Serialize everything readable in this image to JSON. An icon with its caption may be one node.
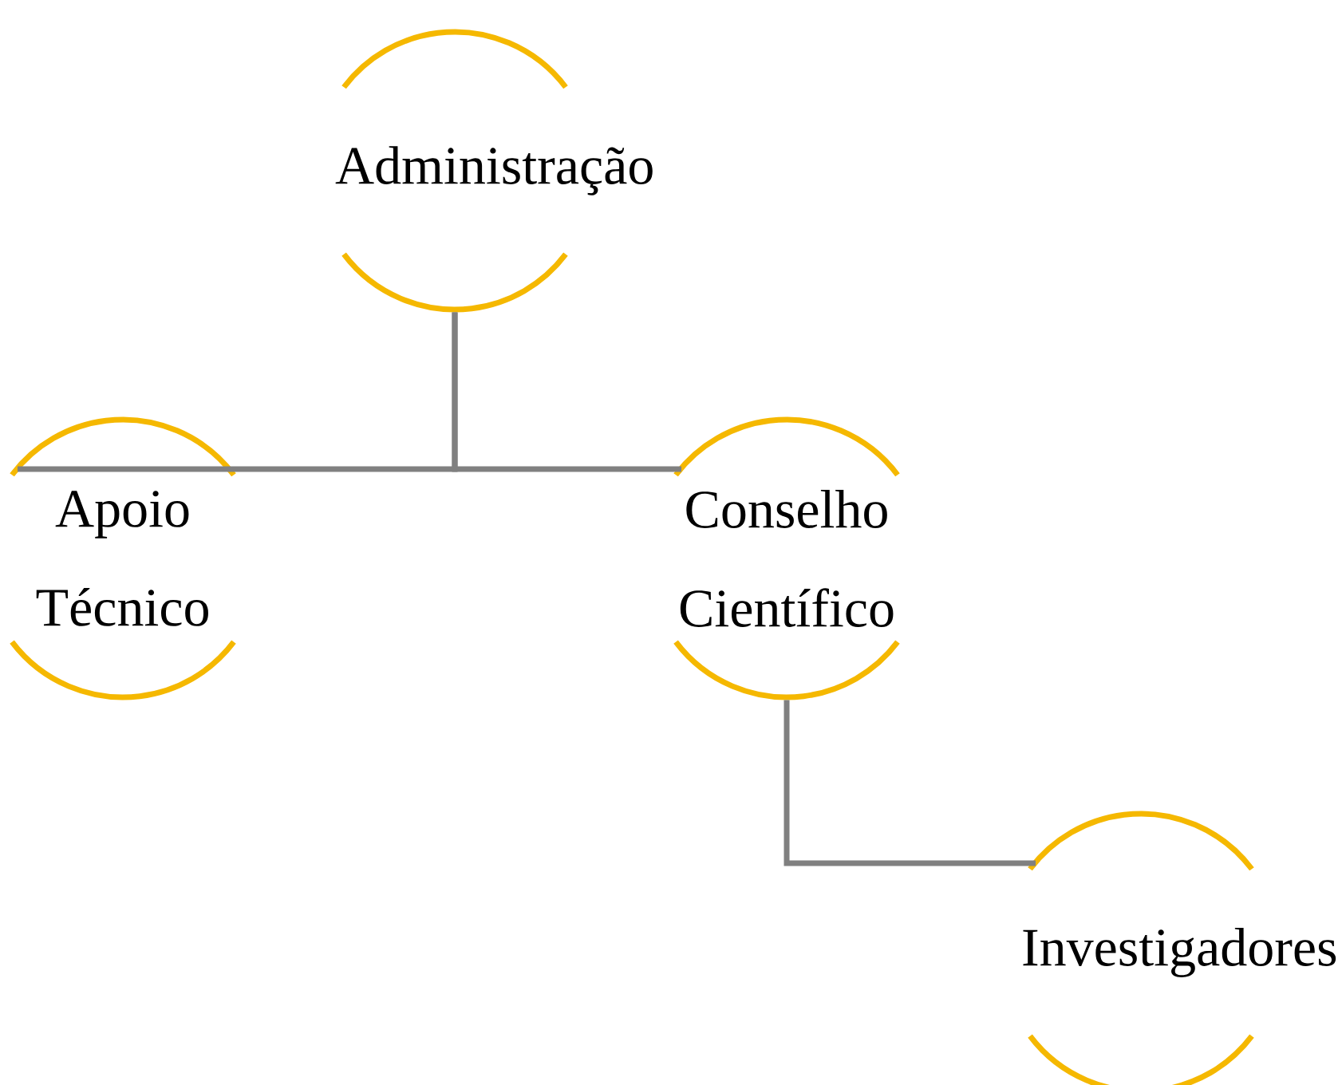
{
  "diagram": {
    "nodes": [
      {
        "text": [
          "Administração"
        ]
      },
      {
        "text": [
          "Apoio Técnico"
        ]
      },
      {
        "text": [
          "Conselho Científico"
        ]
      },
      {
        "text": [
          "Investigadores"
        ]
      }
    ],
    "edges": [
      {
        "from": 0,
        "to": 1,
        "arrow": "none"
      },
      {
        "from": 0,
        "to": 2,
        "arrow": "none"
      },
      {
        "from": 2,
        "to": 3,
        "arrow": "none"
      }
    ]
  }
}
